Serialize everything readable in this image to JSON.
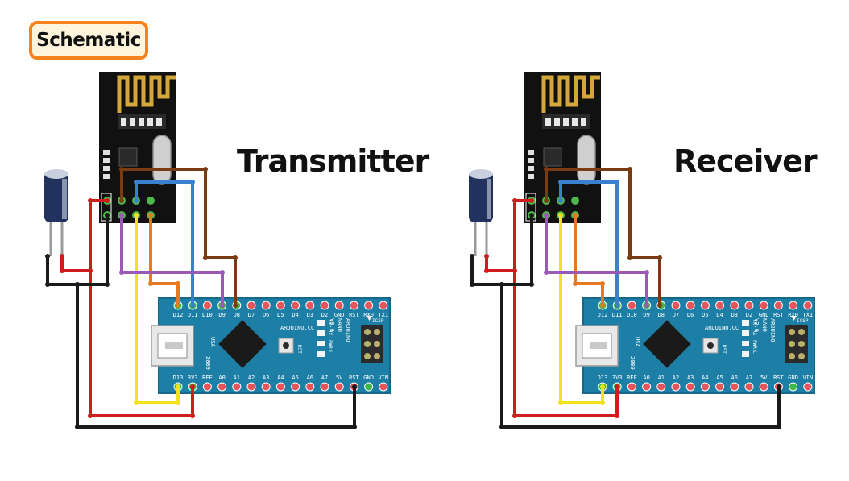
{
  "badge": {
    "label": "Schematic"
  },
  "sections": [
    {
      "title": "Transmitter"
    },
    {
      "title": "Receiver"
    }
  ],
  "nano": {
    "top_pins": [
      "D12",
      "D11",
      "D10",
      "D9",
      "D8",
      "D7",
      "D6",
      "D5",
      "D4",
      "D3",
      "D2",
      "GND",
      "RST",
      "RX0",
      "TX1"
    ],
    "bottom_pins": [
      "D13",
      "3V3",
      "REF",
      "A0",
      "A1",
      "A2",
      "A3",
      "A4",
      "A5",
      "A6",
      "A7",
      "5V",
      "RST",
      "GND",
      "VIN"
    ],
    "brand": [
      "ARDUINO",
      "NANO",
      "V3.0"
    ],
    "arduino_cc": "ARDUINO.CC",
    "rst_button": "RST",
    "led_labels": [
      "TX",
      "RX",
      "PWR",
      "L"
    ],
    "icsp": "ICSP",
    "usa": "USA",
    "year": "2009"
  },
  "colors": {
    "board": "#1e7fa6",
    "board_edge": "#16688a",
    "pad": "#e5565c",
    "pad_wired": "#3fb84a",
    "module": "#111111",
    "antenna": "#d3a73a",
    "wire_red": "#d01c1c",
    "wire_black": "#1a1a1a",
    "wire_yellow": "#f2e21b",
    "wire_orange": "#e57a22",
    "wire_blue": "#3a7fd0",
    "wire_purple": "#9b59b6",
    "wire_brown": "#7a3a12",
    "badge_border": "#f5821f",
    "badge_fill": "#fff4dc"
  }
}
